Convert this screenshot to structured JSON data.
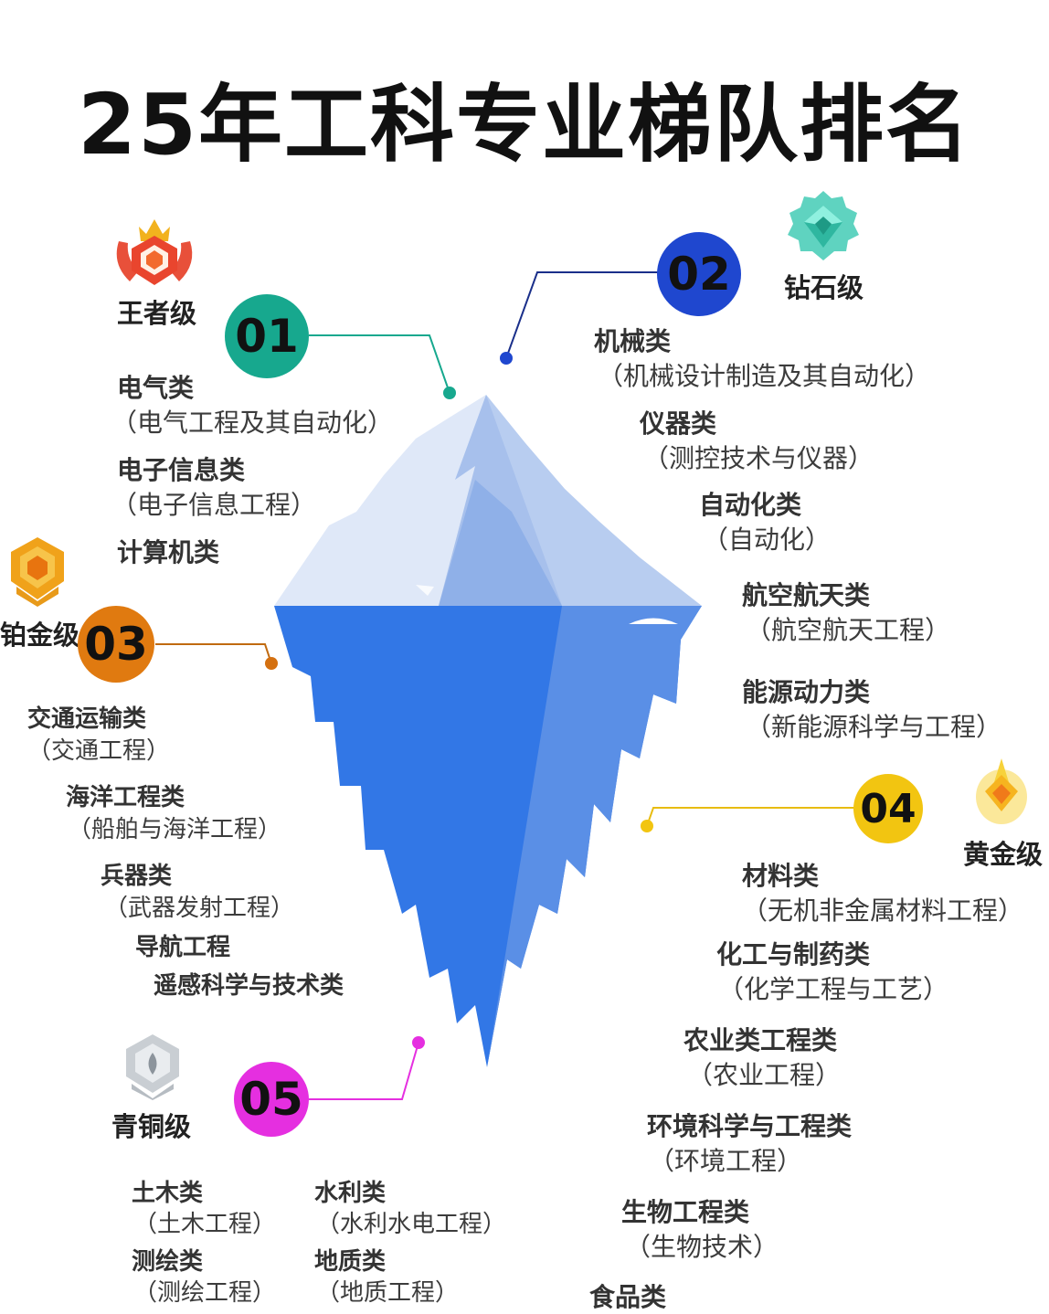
{
  "title": "25年工科专业梯队排名",
  "colors": {
    "tier1": "#17a88e",
    "tier2": "#1f47cf",
    "tier3": "#e07a10",
    "tier4": "#f2c511",
    "tier5": "#e52fe0",
    "ice_top": "#dbe6f7",
    "ice_bottom": "#3378e6"
  },
  "tiers": {
    "t1": {
      "label": "王者级",
      "num": "01",
      "icon": "crown-medal-icon",
      "items": [
        {
          "name": "电气类",
          "detail": "（电气工程及其自动化）"
        },
        {
          "name": "电子信息类",
          "detail": "（电子信息工程）"
        },
        {
          "name": "计算机类",
          "detail": ""
        }
      ]
    },
    "t2": {
      "label": "钻石级",
      "num": "02",
      "icon": "diamond-medal-icon",
      "items": [
        {
          "name": "机械类",
          "detail": "（机械设计制造及其自动化）"
        },
        {
          "name": "仪器类",
          "detail": "（测控技术与仪器）"
        },
        {
          "name": "自动化类",
          "detail": "（自动化）"
        },
        {
          "name": "航空航天类",
          "detail": "（航空航天工程）"
        },
        {
          "name": "能源动力类",
          "detail": "（新能源科学与工程）"
        }
      ]
    },
    "t3": {
      "label": "铂金级",
      "num": "03",
      "icon": "platinum-medal-icon",
      "items": [
        {
          "name": "交通运输类",
          "detail": "（交通工程）"
        },
        {
          "name": "海洋工程类",
          "detail": "（船舶与海洋工程）"
        },
        {
          "name": "兵器类",
          "detail": "（武器发射工程）"
        },
        {
          "name": "导航工程",
          "detail": ""
        },
        {
          "name": "遥感科学与技术类",
          "detail": ""
        }
      ]
    },
    "t4": {
      "label": "黄金级",
      "num": "04",
      "icon": "gold-medal-icon",
      "items": [
        {
          "name": "材料类",
          "detail": "（无机非金属材料工程）"
        },
        {
          "name": "化工与制药类",
          "detail": "（化学工程与工艺）"
        },
        {
          "name": "农业类工程类",
          "detail": "（农业工程）"
        },
        {
          "name": "环境科学与工程类",
          "detail": "（环境工程）"
        },
        {
          "name": "生物工程类",
          "detail": "（生物技术）"
        },
        {
          "name": "食品类",
          "detail": ""
        }
      ]
    },
    "t5": {
      "label": "青铜级",
      "num": "05",
      "icon": "bronze-medal-icon",
      "items": [
        {
          "name": "土木类",
          "detail": "（土木工程）"
        },
        {
          "name": "水利类",
          "detail": "（水利水电工程）"
        },
        {
          "name": "测绘类",
          "detail": "（测绘工程）"
        },
        {
          "name": "地质类",
          "detail": "（地质工程）"
        }
      ]
    }
  }
}
